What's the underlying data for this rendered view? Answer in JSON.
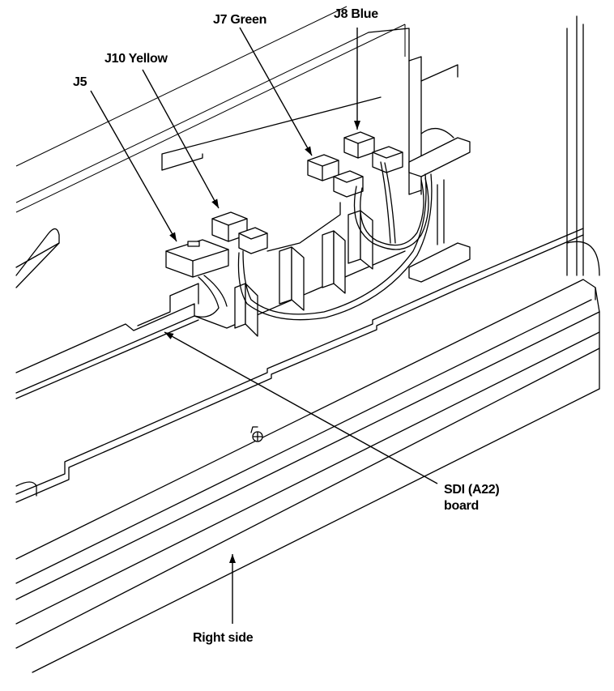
{
  "labels": {
    "j8": "J8 Blue",
    "j7": "J7 Green",
    "j10": "J10 Yellow",
    "j5": "J5",
    "sdi_line1": "SDI (A22)",
    "sdi_line2": "board",
    "right_side": "Right side"
  }
}
